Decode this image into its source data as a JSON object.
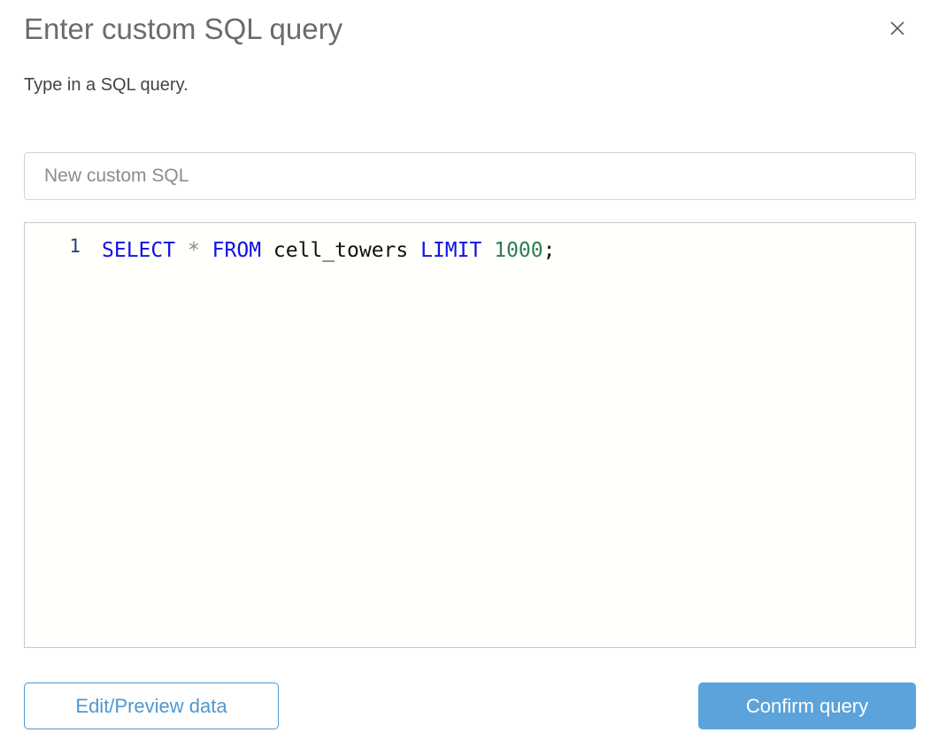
{
  "dialog": {
    "title": "Enter custom SQL query",
    "subtitle": "Type in a SQL query.",
    "close_icon": "close-icon"
  },
  "name_field": {
    "value": "",
    "placeholder": "New custom SQL"
  },
  "editor": {
    "line_numbers": [
      "1"
    ],
    "tokens": [
      {
        "text": "SELECT",
        "type": "keyword"
      },
      {
        "text": " ",
        "type": "plain"
      },
      {
        "text": "*",
        "type": "operator"
      },
      {
        "text": " ",
        "type": "plain"
      },
      {
        "text": "FROM",
        "type": "keyword"
      },
      {
        "text": " ",
        "type": "plain"
      },
      {
        "text": "cell_towers",
        "type": "identifier"
      },
      {
        "text": " ",
        "type": "plain"
      },
      {
        "text": "LIMIT",
        "type": "keyword"
      },
      {
        "text": " ",
        "type": "plain"
      },
      {
        "text": "1000",
        "type": "number"
      },
      {
        "text": ";",
        "type": "punctuation"
      }
    ],
    "full_text": "SELECT * FROM cell_towers LIMIT 1000;",
    "kw_select": "SELECT",
    "op_star": "*",
    "kw_from": "FROM",
    "id_table": "cell_towers",
    "kw_limit": "LIMIT",
    "num_limit": "1000",
    "punc_semi": ";",
    "sp": " "
  },
  "footer": {
    "secondary_label": "Edit/Preview data",
    "primary_label": "Confirm query"
  },
  "colors": {
    "primary": "#5ba3da",
    "link": "#4f97d1",
    "title_text": "#6b6b6b",
    "body_text": "#444444",
    "keyword": "#0f10e8",
    "number": "#2d7d55",
    "linenum": "#293b7b",
    "border": "#d4d4d4",
    "editor_bg": "#fffffb"
  }
}
